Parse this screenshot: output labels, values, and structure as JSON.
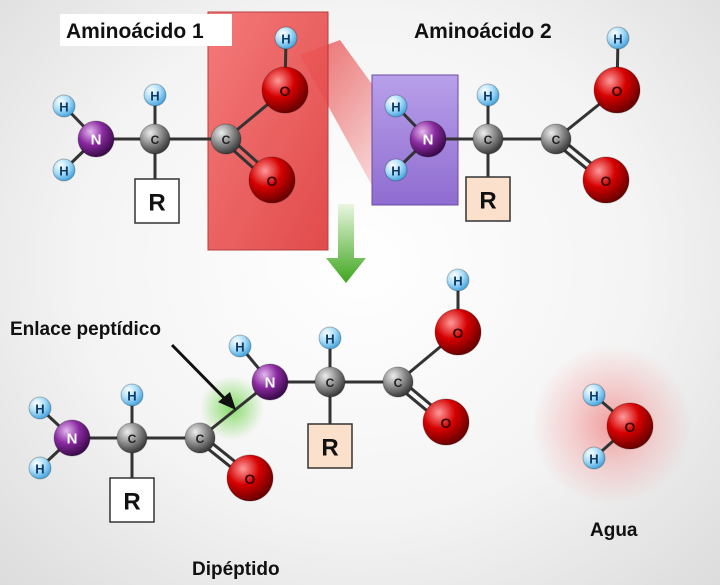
{
  "labels": {
    "aa1": "Aminoácido 1",
    "aa2": "Aminoácido 2",
    "peptide_bond": "Enlace peptídico",
    "dipeptide": "Dipéptido",
    "water": "Agua"
  },
  "atoms": {
    "hydrogen": "H",
    "carbon": "C",
    "nitrogen": "N",
    "oxygen": "O",
    "r_group": "R"
  },
  "colors": {
    "hydrogen": "#8fd0f5",
    "carbon": "#7a7a7a",
    "nitrogen": "#7b1f8f",
    "oxygen": "#d40000",
    "highlight_red": "#e84a4a",
    "highlight_purple": "#a07cd8",
    "r_box": "#fbe0cc",
    "arrow_green": "#4fb02a",
    "bond_glow_green": "#7bd85a"
  }
}
